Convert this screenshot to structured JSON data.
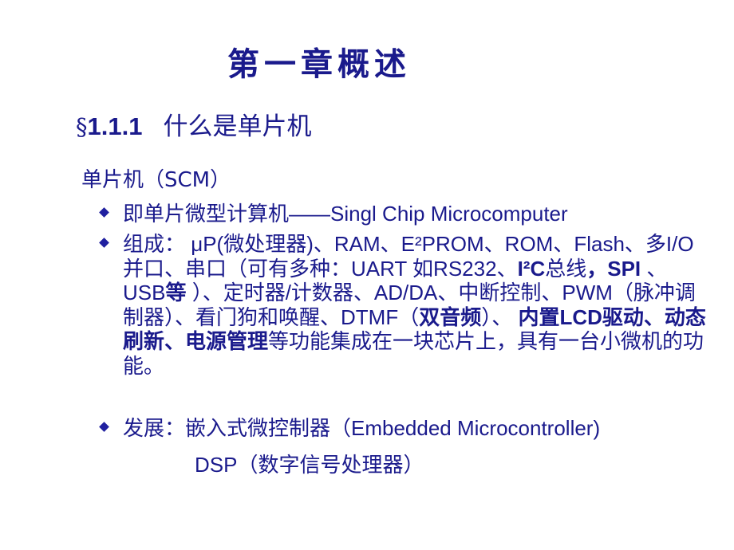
{
  "title": "第一章概述",
  "section": {
    "symbol": "§",
    "number": "1.1.1",
    "heading": "什么是单片机"
  },
  "lead": "单片机（SCM）",
  "bullets": {
    "b1": "即单片微型计算机——Singl Chip Microcomputer",
    "b2": {
      "p1": "组成：  μP(",
      "p2": "微处理器",
      "p3": ")、RAM、E²PROM、ROM、Flash、多I/O并口、串口（可有多种：UART 如RS232、",
      "p4": "I²C",
      "p5": "总线",
      "p6": "，SPI ",
      "p7": "、USB",
      "p8": "等",
      "p9": " ）、定时器/计数器、AD/DA、中断控制、PWM（脉冲调制器）、看门狗和唤醒、DTMF（",
      "p10": "双音频",
      "p11": "）、",
      "p12": " 内置LCD驱动、动态刷新、电源管理",
      "p13": "等功能集成在一块芯片上，具有一台小微机的功能。"
    },
    "b3": "发展：嵌入式微控制器（Embedded Microcontroller)"
  },
  "sub": "DSP（数字信号处理器）",
  "colors": {
    "text": "#1a1a8c",
    "bullet": "#2020a0"
  }
}
